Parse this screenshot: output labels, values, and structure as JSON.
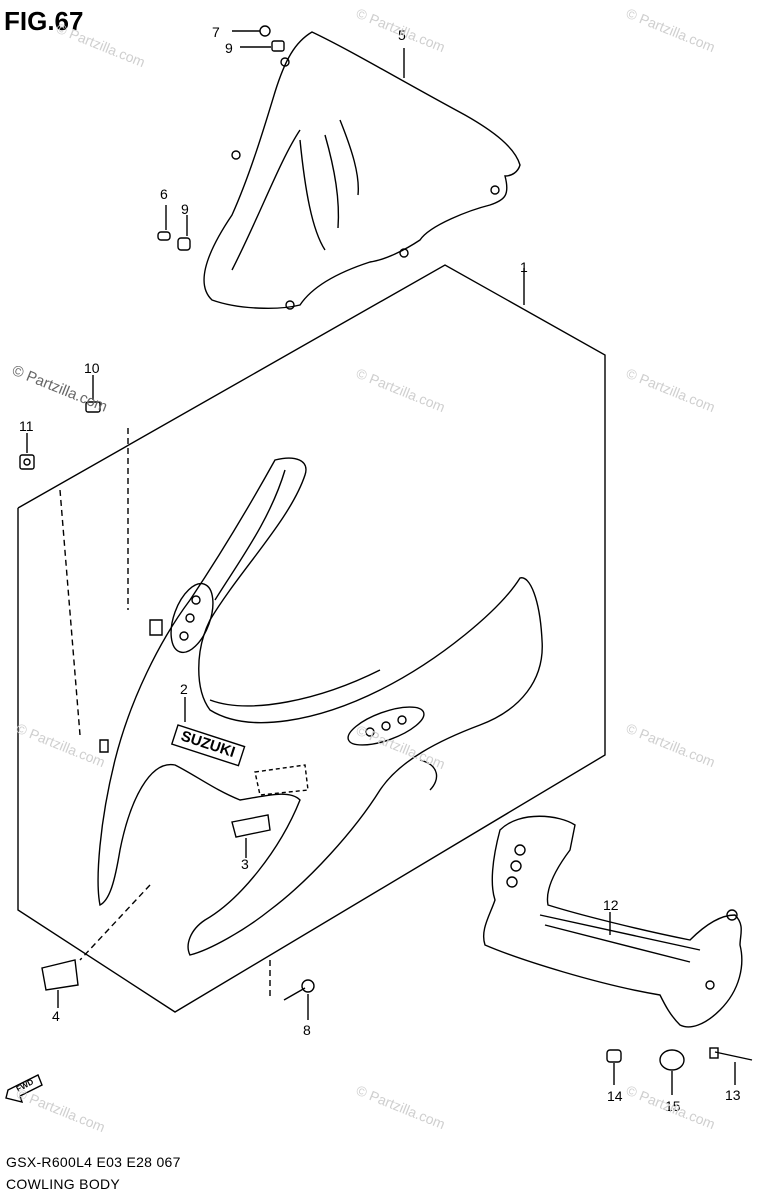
{
  "figure": {
    "title": "FIG.67",
    "model_code": "GSX-R600L4  E03  E28  067",
    "caption": "COWLING BODY"
  },
  "watermark": {
    "text": "© Partzilla.com"
  },
  "labels": {
    "fwd": "FWD",
    "brand": "SUZUKI"
  },
  "parts": [
    {
      "num": "1"
    },
    {
      "num": "2"
    },
    {
      "num": "3"
    },
    {
      "num": "4"
    },
    {
      "num": "5"
    },
    {
      "num": "6"
    },
    {
      "num": "7"
    },
    {
      "num": "8"
    },
    {
      "num": "9"
    },
    {
      "num": "9"
    },
    {
      "num": "10"
    },
    {
      "num": "11"
    },
    {
      "num": "12"
    },
    {
      "num": "13"
    },
    {
      "num": "14"
    },
    {
      "num": "15"
    }
  ]
}
